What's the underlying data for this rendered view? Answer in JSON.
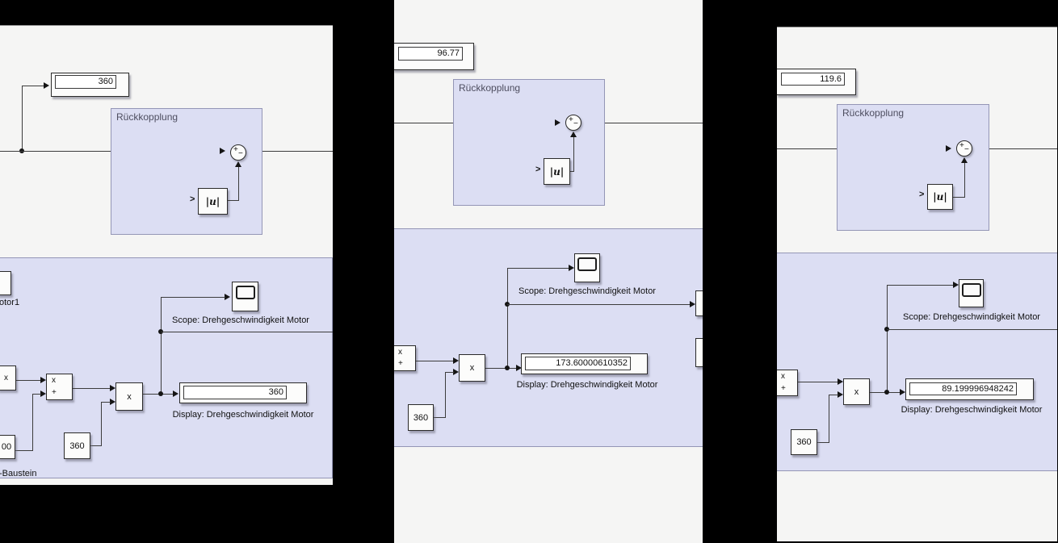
{
  "colors": {
    "background": "#000000",
    "canvas": "#f5f5f4",
    "region_fill": "#dcdef3",
    "region_border": "#9496b6",
    "block_fill": "#fcfcfb",
    "block_border": "#2a2a2a",
    "wire": "#3c3c3c"
  },
  "shared": {
    "feedback_label": "Rückkopplung",
    "abs_label": "|u|",
    "sum_plus": "+",
    "sum_minus": "−",
    "mult_label": "x",
    "muldiv_top_label": "x",
    "muldiv_bottom_label": "+",
    "const_360": "360",
    "scope_label": "Scope: Drehgeschwindigkeit Motor",
    "display_label": "Display: Drehgeschwindigkeit Motor"
  },
  "left": {
    "top_display_value": "360",
    "display_value": "360",
    "partial_motor_label": "otor1",
    "partial_x_label": "x",
    "partial_const_label": "00",
    "subsystem_partial_label": "-Baustein"
  },
  "middle": {
    "top_display_value": "96.77",
    "display_value": "173.60000610352"
  },
  "right": {
    "top_display_value": "119.6",
    "display_value": "89.199996948242"
  }
}
